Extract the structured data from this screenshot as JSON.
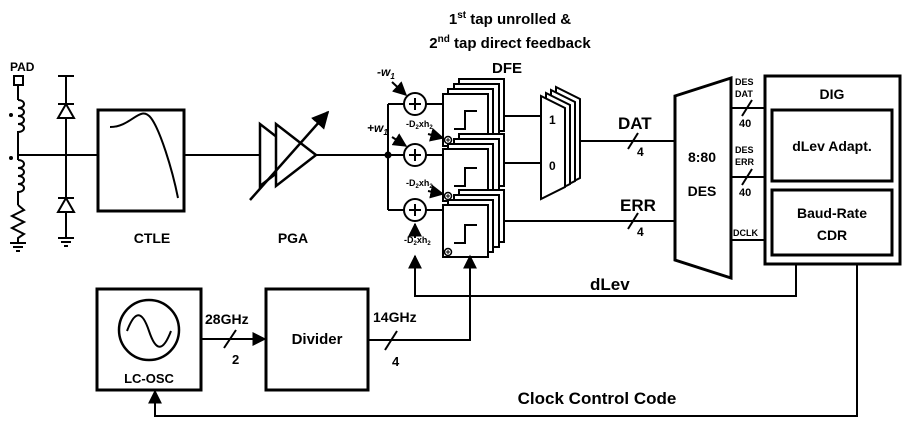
{
  "header": {
    "line1_pre": "1",
    "line1_sup": "st",
    "line1_post": " tap unrolled &",
    "line2_pre": "2",
    "line2_sup": "nd",
    "line2_post": " tap direct feedback",
    "dfe": "DFE"
  },
  "labels": {
    "pad": "PAD",
    "ctle": "CTLE",
    "pga": "PGA",
    "neg_w": "-w",
    "pos_w": "+w",
    "w_sub": "1",
    "d2_a": "-D",
    "d2_sub": "2",
    "d2_b": "xh",
    "h_sub": "2",
    "mux_1": "1",
    "mux_0": "0",
    "dat": "DAT",
    "err": "ERR",
    "bus4_dat": "4",
    "bus4_err": "4",
    "des_ratio": "8:80",
    "des": "DES",
    "des_dat_1": "DES",
    "des_dat_2": "DAT",
    "des_err_1": "DES",
    "des_err_2": "ERR",
    "dclk": "DCLK",
    "bus40_dat": "40",
    "bus40_err": "40",
    "dig": "DIG",
    "dlev_adapt": "dLev Adapt.",
    "cdr_1": "Baud-Rate",
    "cdr_2": "CDR",
    "dlev": "dLev",
    "lcosc": "LC-OSC",
    "freq_28": "28GHz",
    "bus2": "2",
    "divider": "Divider",
    "freq_14": "14GHz",
    "bus4_clk": "4",
    "clock_ctrl": "Clock Control Code"
  }
}
